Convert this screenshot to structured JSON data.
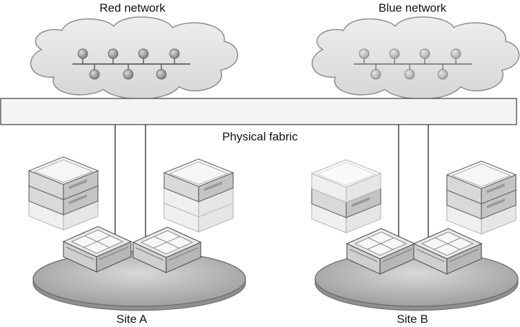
{
  "labels": {
    "red_network": "Red network",
    "blue_network": "Blue network",
    "physical_fabric": "Physical fabric",
    "site_a": "Site A",
    "site_b": "Site B"
  },
  "colors": {
    "cloud_fill": "#e2e2e2",
    "cloud_stroke": "#8a8a8a",
    "fabric_fill": "#f4f4f4",
    "node_red_network": "#8c8c8c",
    "node_blue_network": "#a9a9a9",
    "platform_fill": "#b9b9b9",
    "server_light": "#f2f2f2"
  },
  "icons": {
    "network_node": "network-node-icon",
    "server": "server-icon",
    "switch": "switch-icon"
  }
}
